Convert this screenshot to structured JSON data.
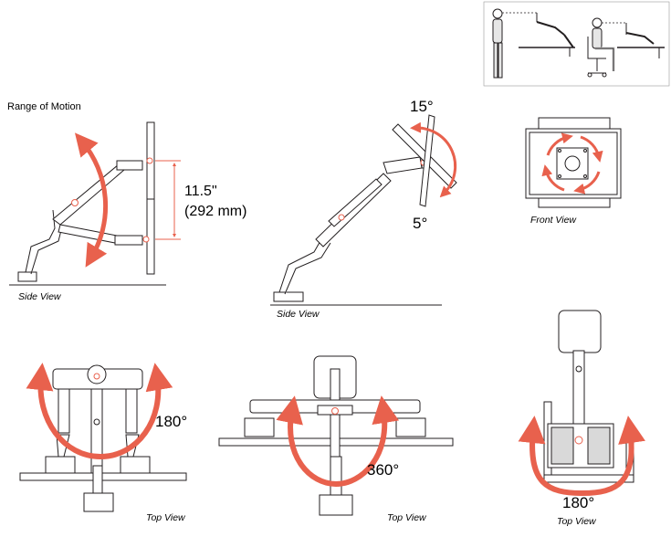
{
  "title": "Range of Motion",
  "views": {
    "side_height": {
      "label": "Side View",
      "measurement_in": "11.5\"",
      "measurement_mm": "(292 mm)"
    },
    "side_tilt": {
      "label": "Side View",
      "tilt_up": "15°",
      "tilt_down": "5°"
    },
    "front_rotation": {
      "label": "Front View"
    },
    "top_pan_1": {
      "label": "Top View",
      "angle": "180°"
    },
    "top_pan_2": {
      "label": "Top View",
      "angle": "360°"
    },
    "top_pan_3": {
      "label": "Top View",
      "angle": "180°"
    }
  },
  "colors": {
    "arrow": "#e8614d",
    "line": "#231f20",
    "gray_fill": "#d9d9d9",
    "dim_line": "#e8614d"
  },
  "icons": [
    "standing-user-icon",
    "seated-user-icon"
  ]
}
